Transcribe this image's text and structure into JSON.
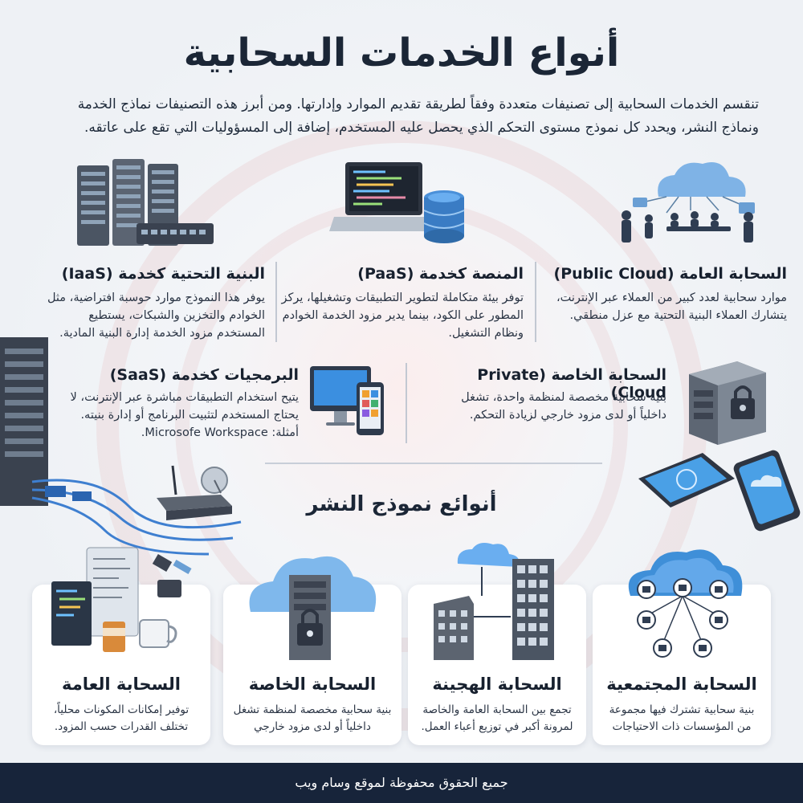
{
  "title": "أنواع الخدمات السحابية",
  "intro": "تنقسم الخدمات السحابية إلى تصنيفات متعددة وفقاً لطريقة تقديم الموارد وإدارتها. ومن أبرز هذه التصنيفات نماذج الخدمة ونماذج النشر، ويحدد كل نموذج مستوى التحكم الذي يحصل عليه المستخدم، إضافة إلى المسؤوليات التي تقع على عاتقه.",
  "services": {
    "public_cloud": {
      "title": "السحابة العامة (Public Cloud)",
      "text": "موارد سحابية لعدد كبير من العملاء عبر الإنترنت، يتشارك العملاء البنية التحتية مع عزل منطقي."
    },
    "paas": {
      "title": "المنصة كخدمة (PaaS)",
      "text": "توفر بيئة متكاملة لتطوير التطبيقات وتشغيلها، يركز المطور على الكود، بينما يدير مزود الخدمة الخوادم ونظام التشغيل."
    },
    "iaas": {
      "title": "البنية التحتية كخدمة (IaaS)",
      "text": "يوفر هذا النموذج موارد حوسبة افتراضية، مثل الخوادم والتخزين والشبكات، يستطيع المستخدم مزود الخدمة إدارة البنية المادية."
    },
    "private_cloud": {
      "title": "السحابة الخاصة (Private Cloud)",
      "text": "بنية سحابية مخصصة لمنظمة واحدة، تشغل داخلياً أو لدى مزود خارجي لزيادة التحكم."
    },
    "saas": {
      "title": "البرمجيات كخدمة (SaaS)",
      "text": "يتيح استخدام التطبيقات مباشرة عبر الإنترنت، لا يحتاج المستخدم لتثبيت البرنامج أو إدارة بنيته. أمثلة: Microsofe Workspace."
    }
  },
  "deployment": {
    "title": "أنوائع نموذج النشر",
    "cards": [
      {
        "title": "السحابة المجتمعية",
        "text": "بنية سحابية تشترك فيها مجموعة من المؤسسات ذات الاحتياجات"
      },
      {
        "title": "السحابة الهجينة",
        "text": "تجمع بين السحابة العامة والخاصة لمرونة أكبر في توزيع أعباء العمل."
      },
      {
        "title": "السحابة الخاصة",
        "text": "بنية سحابية مخصصة لمنظمة تشغل داخلياً أو لدى مزود خارجي"
      },
      {
        "title": "السحابة العامة",
        "text": "توفير إمكانات المكونات محلياً، تختلف القدرات حسب المزود."
      }
    ]
  },
  "footer": "جميع الحقوق محفوظة لموقع وسام ويب",
  "colors": {
    "accent_blue": "#2f7fd6",
    "dark": "#17243a",
    "server_gray": "#5b6472"
  },
  "icons": [
    "server-rack-icon",
    "laptop-code-icon",
    "database-icon",
    "cloud-network-icon",
    "team-meeting-icon",
    "desktop-phone-icon",
    "secure-server-icon",
    "router-icon",
    "satellite-icon",
    "lock-icon",
    "buildings-icon",
    "coffee-cup-icon",
    "code-window-icon"
  ]
}
